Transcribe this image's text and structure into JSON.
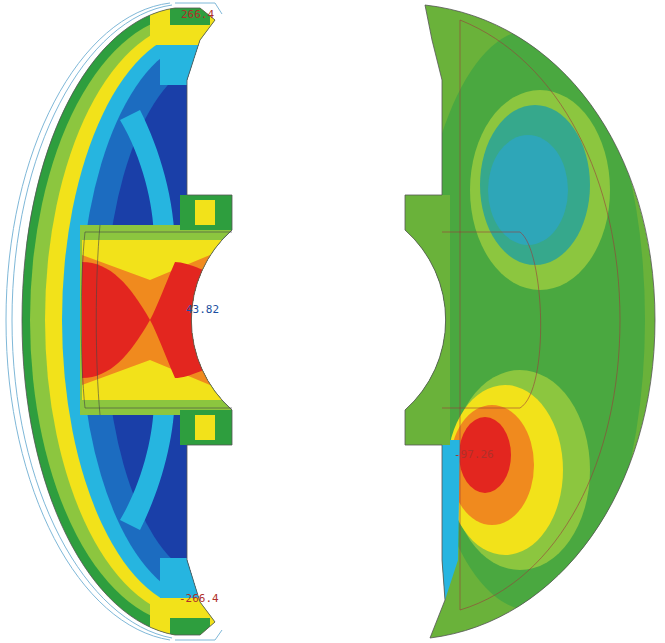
{
  "diagram": {
    "labels": [
      "266.4",
      "43.82",
      "-266.4",
      "-97.26"
    ]
  }
}
